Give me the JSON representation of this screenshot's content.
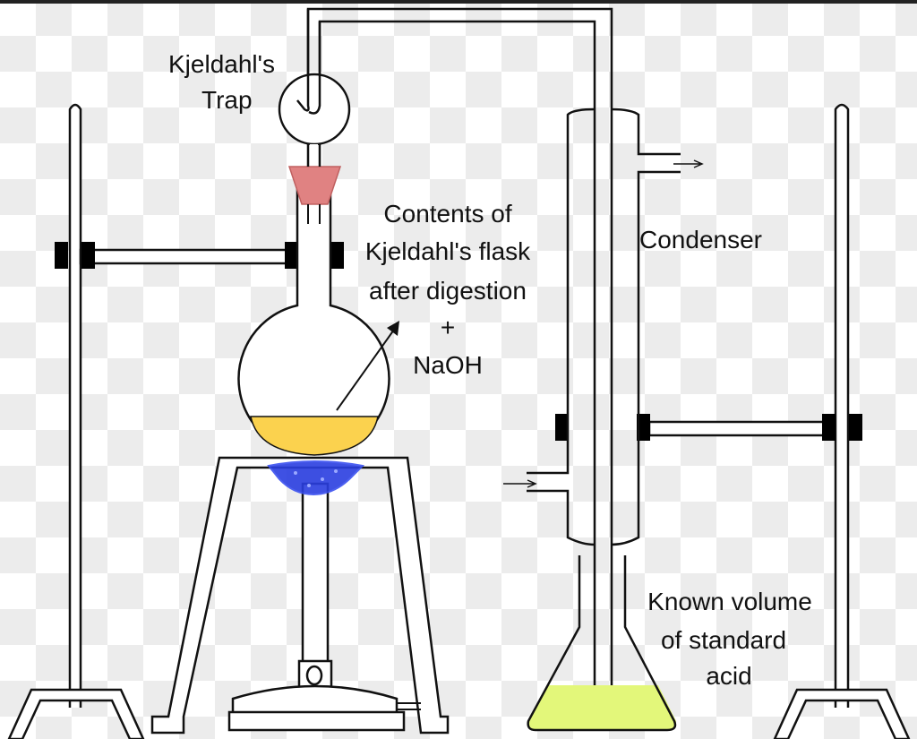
{
  "labels": {
    "trap_line1": "Kjeldahl's",
    "trap_line2": "Trap",
    "contents_line1": "Contents of",
    "contents_line2": "Kjeldahl's flask",
    "contents_line3": "after digestion",
    "contents_line4": "+",
    "contents_line5": "NaOH",
    "condenser": "Condenser",
    "acid_line1": "Known volume",
    "acid_line2": "of standard",
    "acid_line3": "acid"
  },
  "colors": {
    "stopper": "#e08282",
    "digest_liquid": "#fbd24e",
    "acid_liquid": "#e3f77a",
    "flame": "#2b3fe0",
    "clamp": "#000000"
  }
}
